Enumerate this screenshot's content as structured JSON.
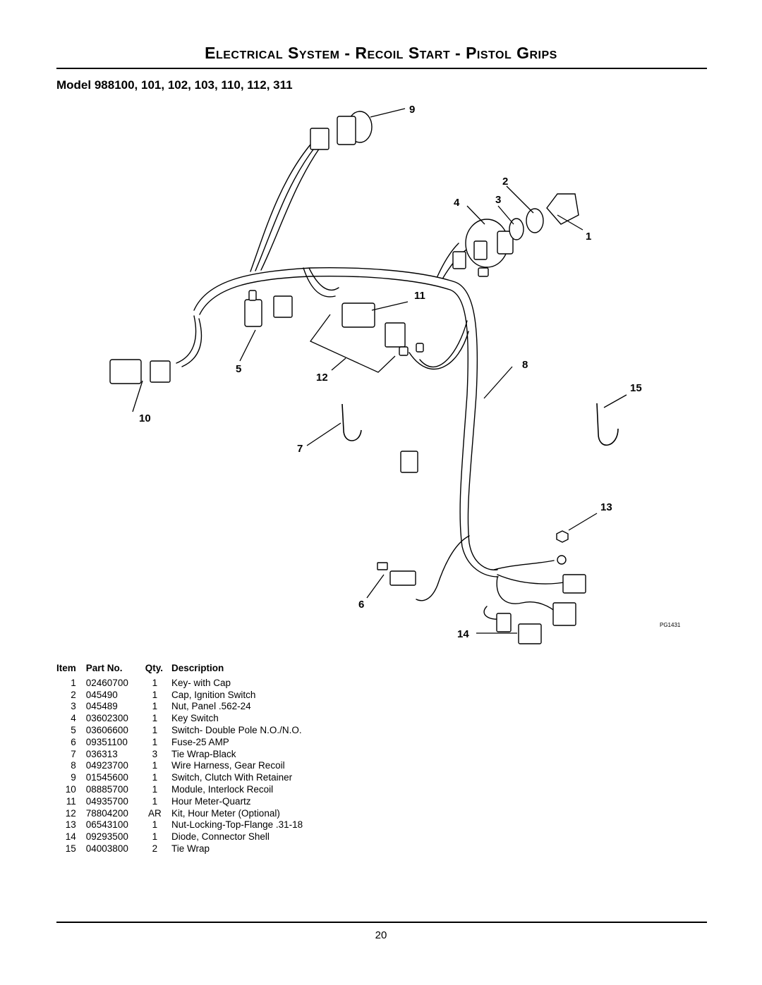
{
  "title": "Electrical System - Recoil Start - Pistol Grips",
  "model_line": "Model 988100, 101, 102, 103, 110, 112,  311",
  "diagram": {
    "code": "PG1431",
    "callouts": [
      "1",
      "2",
      "3",
      "4",
      "5",
      "6",
      "7",
      "8",
      "9",
      "10",
      "11",
      "12",
      "13",
      "14",
      "15"
    ]
  },
  "table": {
    "headers": {
      "item": "Item",
      "part": "Part No.",
      "qty": "Qty.",
      "description": "Description"
    },
    "rows": [
      {
        "item": "1",
        "part": "02460700",
        "qty": "1",
        "description": "Key- with Cap"
      },
      {
        "item": "2",
        "part": "045490",
        "qty": "1",
        "description": "Cap, Ignition Switch"
      },
      {
        "item": "3",
        "part": "045489",
        "qty": "1",
        "description": "Nut, Panel .562-24"
      },
      {
        "item": "4",
        "part": "03602300",
        "qty": "1",
        "description": "Key Switch"
      },
      {
        "item": "5",
        "part": "03606600",
        "qty": "1",
        "description": "Switch- Double Pole N.O./N.O."
      },
      {
        "item": "6",
        "part": "09351100",
        "qty": "1",
        "description": "Fuse-25 AMP"
      },
      {
        "item": "7",
        "part": "036313",
        "qty": "3",
        "description": "Tie Wrap-Black"
      },
      {
        "item": "8",
        "part": "04923700",
        "qty": "1",
        "description": "Wire Harness, Gear Recoil"
      },
      {
        "item": "9",
        "part": "01545600",
        "qty": "1",
        "description": "Switch, Clutch With Retainer"
      },
      {
        "item": "10",
        "part": "08885700",
        "qty": "1",
        "description": "Module, Interlock Recoil"
      },
      {
        "item": "11",
        "part": "04935700",
        "qty": "1",
        "description": "Hour Meter-Quartz"
      },
      {
        "item": "12",
        "part": "78804200",
        "qty": "AR",
        "description": "Kit, Hour Meter (Optional)"
      },
      {
        "item": "13",
        "part": "06543100",
        "qty": "1",
        "description": "Nut-Locking-Top-Flange .31-18"
      },
      {
        "item": "14",
        "part": "09293500",
        "qty": "1",
        "description": "Diode, Connector Shell"
      },
      {
        "item": "15",
        "part": "04003800",
        "qty": "2",
        "description": "Tie Wrap"
      }
    ]
  },
  "page_number": "20"
}
